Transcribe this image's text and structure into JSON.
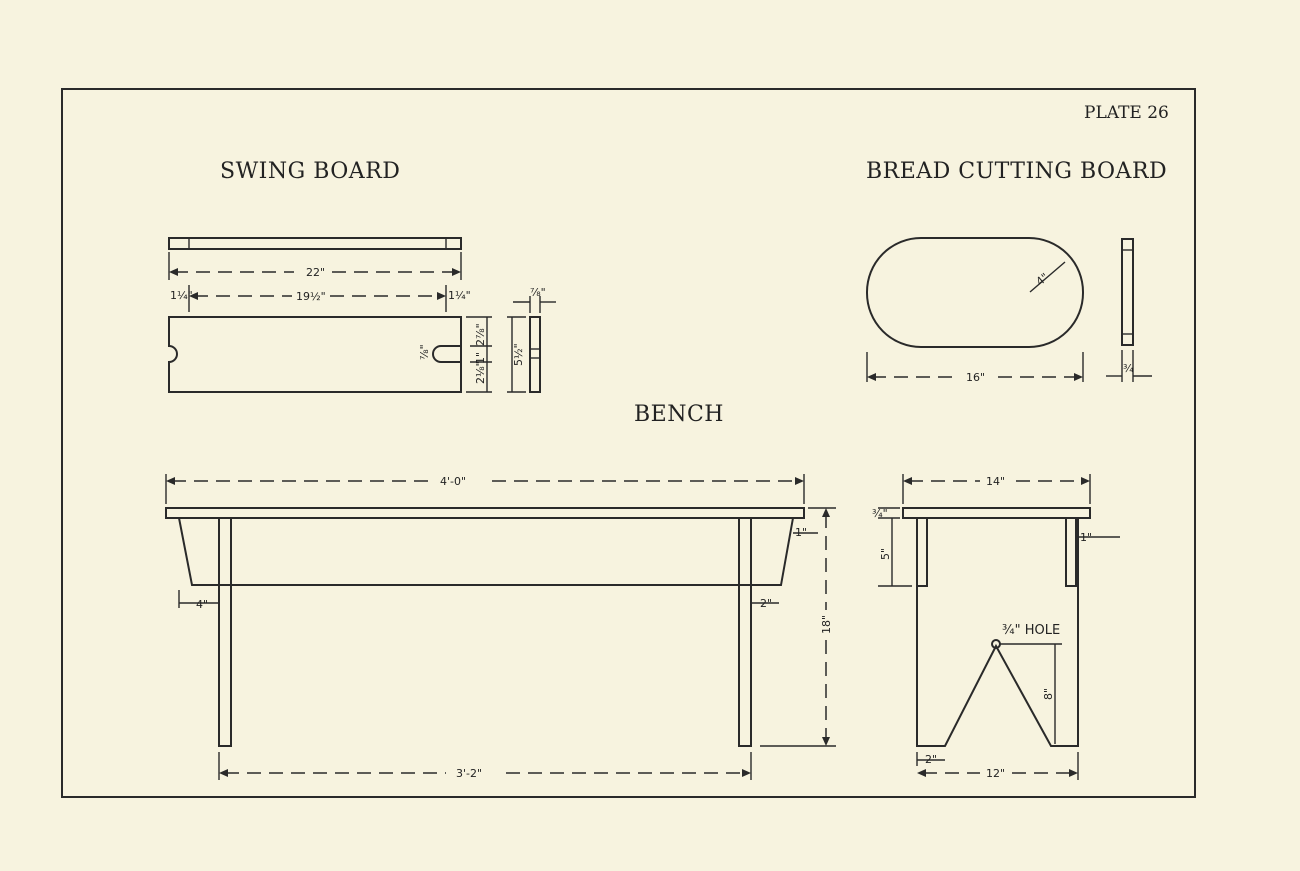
{
  "plate": "PLATE 26",
  "swing_board": {
    "title": "SWING BOARD",
    "dims": {
      "length": "22\"",
      "inner": "19½\"",
      "end_left": "1¼\"",
      "end_right": "1¼\"",
      "thickness": "⅞\"",
      "width": "5½\"",
      "notch_top": "2⅞\"",
      "notch": "1\"",
      "notch_bottom": "2⅛\"",
      "notch_depth": "⅞\""
    }
  },
  "bread_board": {
    "title": "BREAD CUTTING BOARD",
    "dims": {
      "radius": "4\"",
      "length": "16\"",
      "thickness": "¾"
    }
  },
  "bench": {
    "title": "BENCH",
    "dims": {
      "length": "4'-0\"",
      "leg_span": "3'-2\"",
      "overhang": "4\"",
      "leg_width": "2\"",
      "apron_inset": "1\"",
      "height": "18\"",
      "top_thick": "¾\"",
      "apron_depth": "5\"",
      "width": "14\"",
      "leg_spread": "12\"",
      "cutout": "8\"",
      "foot": "2\"",
      "hole": "¾\" HOLE",
      "apron_inset_end": "1\""
    }
  }
}
